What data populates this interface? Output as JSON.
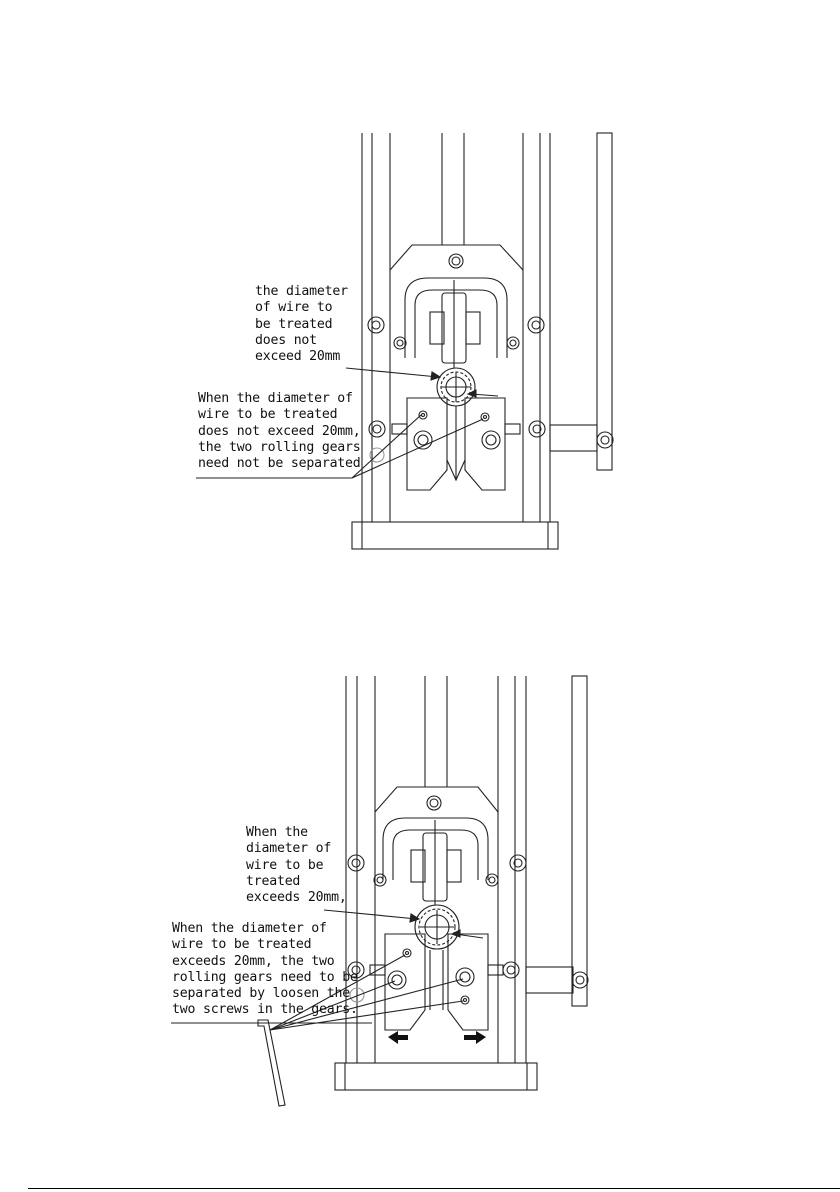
{
  "figure_top": {
    "wire_label": "the diameter\nof wire to\nbe treated\ndoes not\nexceed 20mm",
    "gear_note": "When the diameter of\nwire to be treated\ndoes not exceed 20mm,\nthe two rolling gears\nneed not be separated"
  },
  "figure_bottom": {
    "wire_label": "When the\ndiameter of\nwire to be\ntreated\nexceeds 20mm,",
    "gear_note": "When the diameter of\nwire to be treated\nexceeds 20mm, the two\nrolling gears need to be\nseparated by loosen the\ntwo screws in the gears."
  }
}
